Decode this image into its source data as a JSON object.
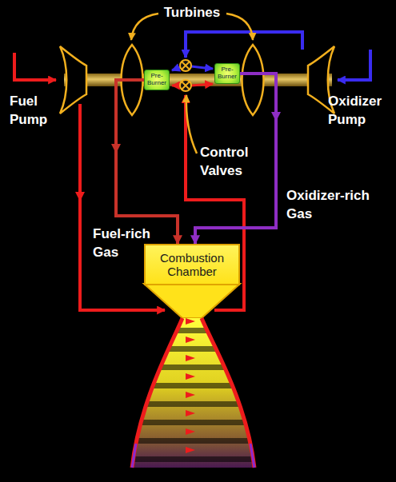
{
  "diagram": {
    "nodes": [
      {
        "text": [
          "Pre-Burner"
        ]
      },
      {
        "text": [
          "Pre-Burner"
        ]
      },
      {
        "text": [
          "Combustion Chamber"
        ]
      }
    ],
    "edges": [
      {
        "from": 0,
        "to": 2,
        "arrow": "to"
      },
      {
        "from": 1,
        "to": 2,
        "arrow": "to"
      }
    ],
    "labels": [
      "Turbines",
      "Fuel Pump",
      "Oxidizer Pump",
      "Control Valves",
      "Fuel-rich Gas",
      "Oxidizer-rich Gas"
    ]
  }
}
